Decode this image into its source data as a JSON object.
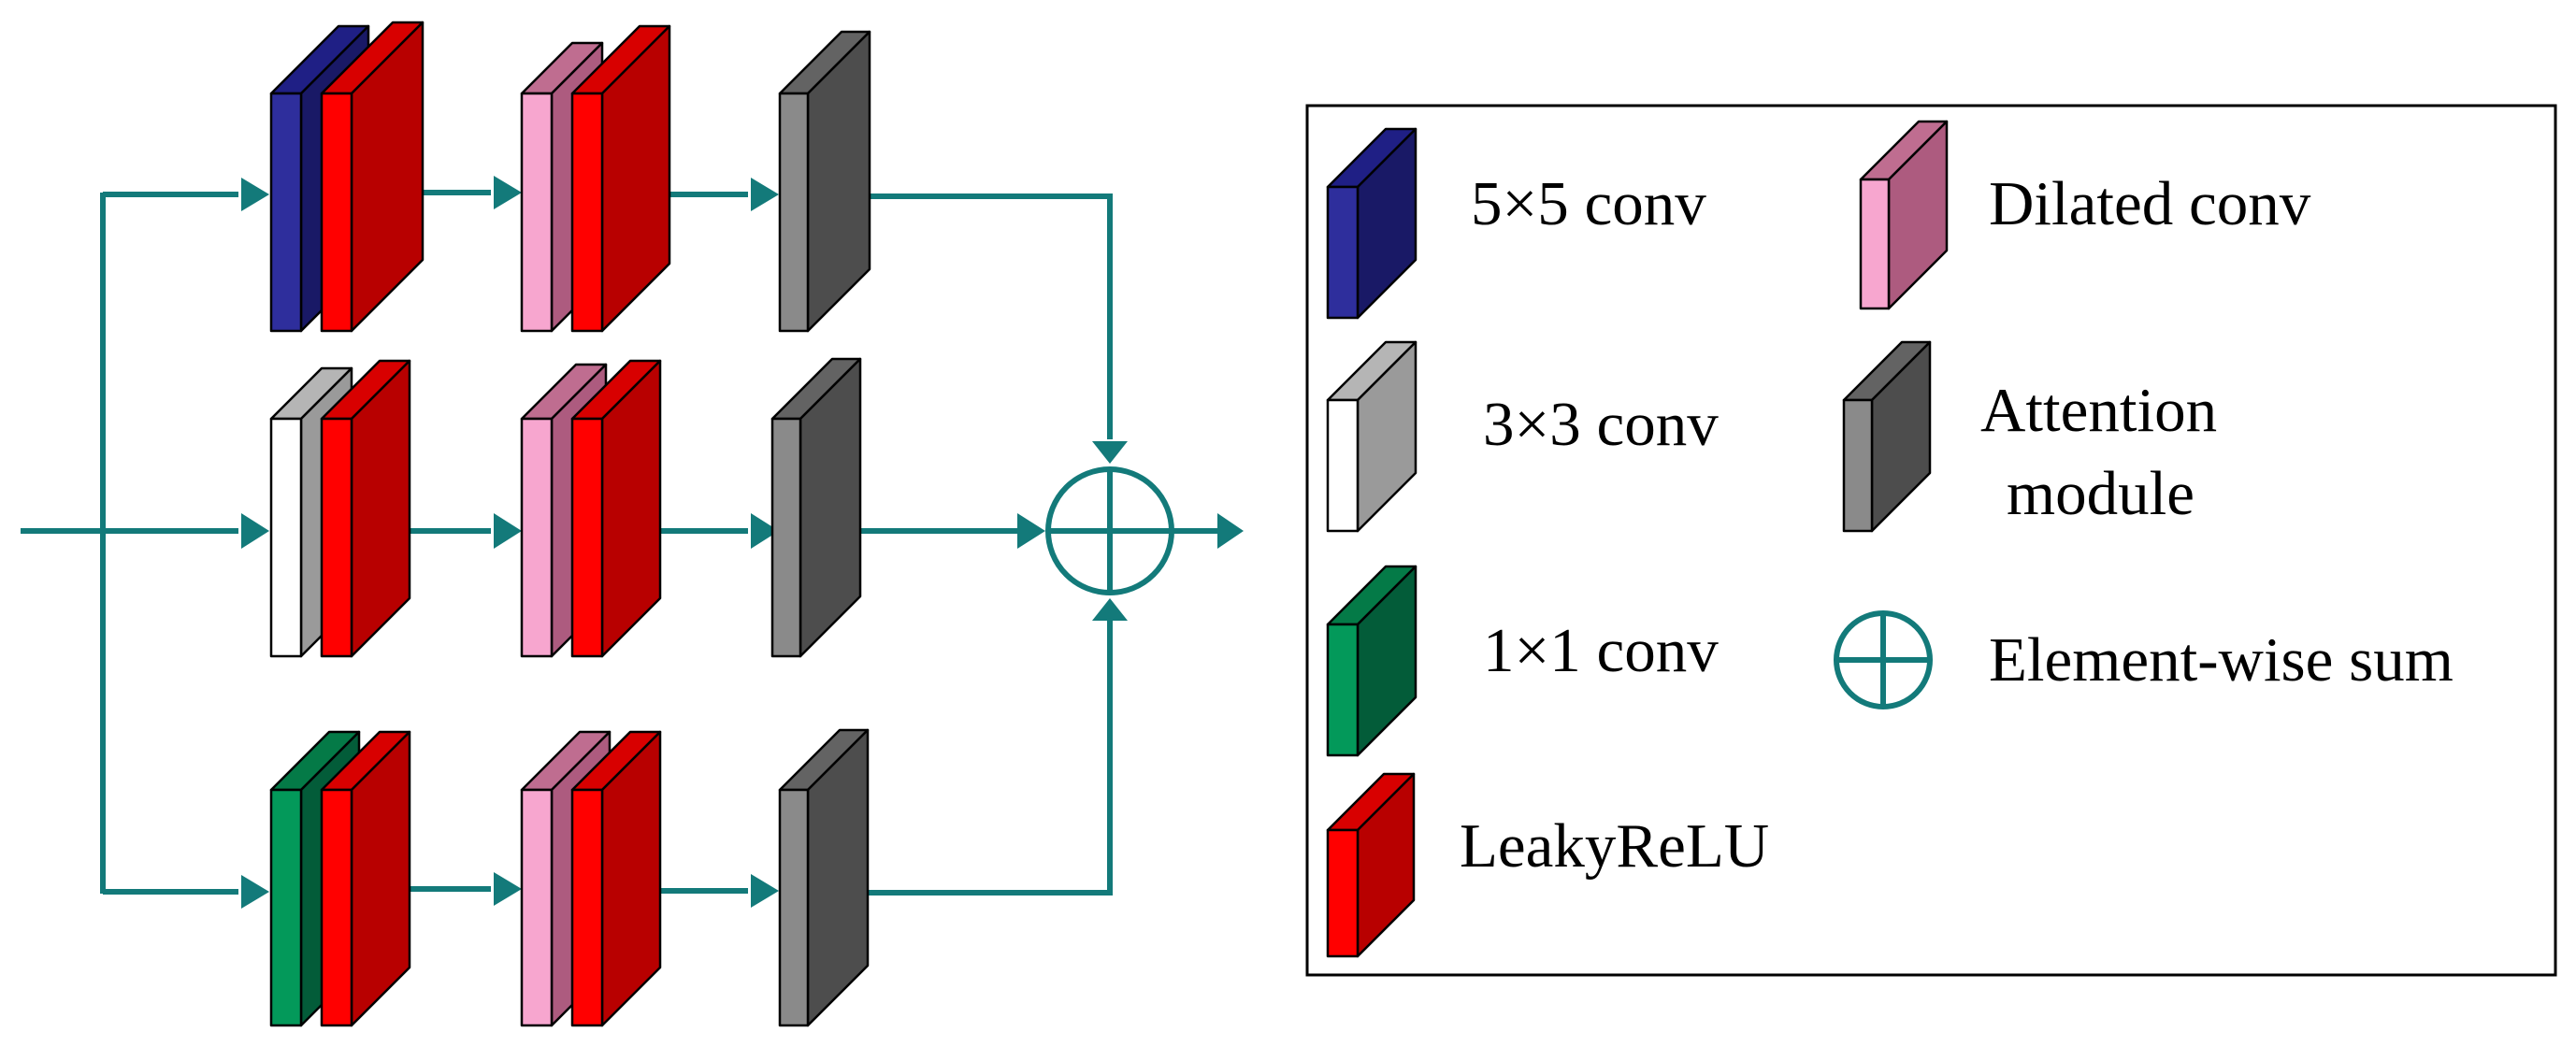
{
  "colors": {
    "connector": "#137a7a",
    "conv5x5": {
      "front": "#2e2e9c",
      "side": "#191966",
      "top": "#1f1f85"
    },
    "conv3x3": {
      "front": "#ffffff",
      "side": "#9a9a9a",
      "top": "#b5b5b5"
    },
    "conv1x1": {
      "front": "#03995a",
      "side": "#035c39",
      "top": "#047a47"
    },
    "leakyrelu": {
      "front": "#ff0000",
      "side": "#b80000",
      "top": "#d80000"
    },
    "dilated": {
      "front": "#f7a6cf",
      "side": "#ad5b7f",
      "top": "#bf6d90"
    },
    "attention": {
      "front": "#8a8a8a",
      "side": "#4d4d4d",
      "top": "#636363"
    }
  },
  "branches": [
    {
      "conv": "conv5x5",
      "stages": [
        "conv5x5",
        "leakyrelu",
        "dilated",
        "leakyrelu",
        "attention"
      ]
    },
    {
      "conv": "conv3x3",
      "stages": [
        "conv3x3",
        "leakyrelu",
        "dilated",
        "leakyrelu",
        "attention"
      ]
    },
    {
      "conv": "conv1x1",
      "stages": [
        "conv1x1",
        "leakyrelu",
        "dilated",
        "leakyrelu",
        "attention"
      ]
    }
  ],
  "operator": "element-wise-sum",
  "legend": {
    "conv5x5": "5×5 conv",
    "dilated": "Dilated conv",
    "conv3x3": "3×3 conv",
    "attention_line1": "Attention",
    "attention_line2": "module",
    "conv1x1": "1×1 conv",
    "sum": "Element-wise sum",
    "leakyrelu": "LeakyReLU"
  }
}
